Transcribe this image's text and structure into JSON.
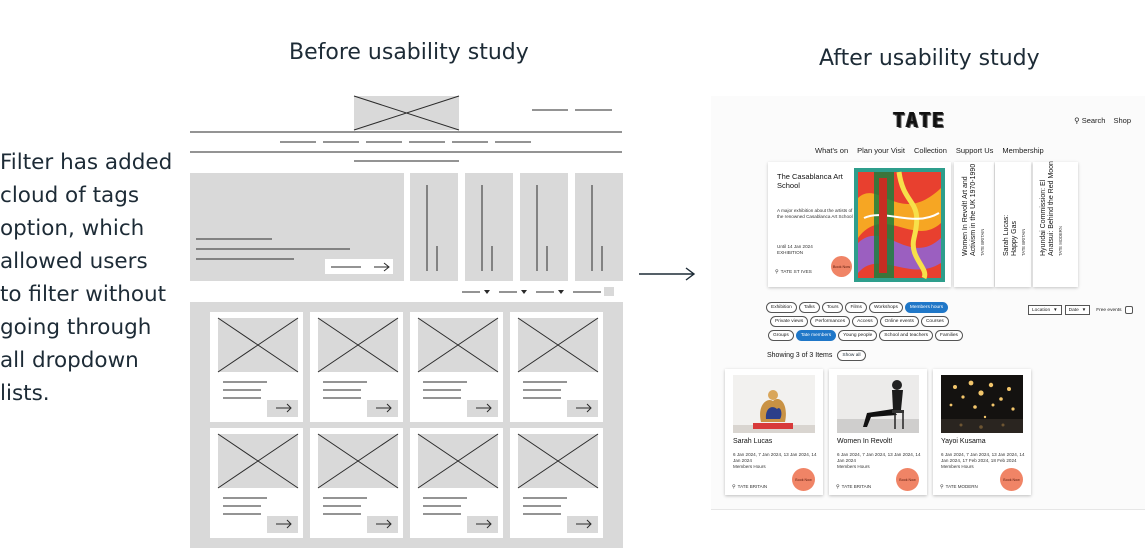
{
  "headings": {
    "before": "Before usability study",
    "after": "After usability study"
  },
  "note": "Filter has added cloud of tags option, which allowed users to filter without going through all dropdown lists.",
  "mockup": {
    "logo": "TATE",
    "top_links": {
      "search": "Search",
      "shop": "Shop"
    },
    "nav": [
      "What's on",
      "Plan your Visit",
      "Collection",
      "Support Us",
      "Membership"
    ],
    "hero": {
      "title": "The Casablanca Art School",
      "description": "A major exhibition about the artists of the renowned Casablanca Art School",
      "date": "Until 14 Jan 2024",
      "type": "EXHIBITION",
      "venue": "TATE ST IVES",
      "button": "Book Now"
    },
    "side_tabs": [
      {
        "title": "Women In Revolt! Art and Activism in the UK 1970-1990",
        "venue": "TATE BRITAIN"
      },
      {
        "title": "Sarah Lucas: Happy Gas",
        "venue": "TATE BRITAIN"
      },
      {
        "title": "Hyundai Commission: El Anatsui: Behind the Red Moon",
        "venue": "TATE MODERN"
      }
    ],
    "tags": [
      [
        "Exhibition",
        "Talks",
        "Tours",
        "Films",
        "Workshops",
        "Members hours"
      ],
      [
        "Private views",
        "Performances",
        "Access",
        "Online events",
        "Courses"
      ],
      [
        "Groups",
        "Tate members",
        "Young people",
        "School and teachers",
        "Families"
      ]
    ],
    "active_tags": [
      "Members hours",
      "Tate members"
    ],
    "filters": {
      "location": "Location",
      "date": "Date",
      "free_events": "Free events"
    },
    "results": {
      "showing": "Showing 3 of 3 Items",
      "show_all": "Show all"
    },
    "cards": [
      {
        "title": "Sarah Lucas",
        "dates": "6 Jan 2024, 7 Jan 2024, 13 Jan 2024, 14 Jan 2024",
        "hours": "Members Hours",
        "venue": "TATE BRITAIN",
        "button": "Book Now"
      },
      {
        "title": "Women In Revolt!",
        "dates": "6 Jan 2024, 7 Jan 2024, 13 Jan 2024, 14 Jan 2024",
        "hours": "Members Hours",
        "venue": "TATE BRITAIN",
        "button": "Book Now"
      },
      {
        "title": "Yayoi Kusama",
        "dates": "6 Jan 2024, 7 Jan 2024, 13 Jan 2024, 14 Jan 2024, 17 Feb 2024, 18 Feb 2024",
        "hours": "Members Hours",
        "venue": "TATE MODERN",
        "button": "Book Now"
      }
    ]
  },
  "colors": {
    "text": "#1d2b36",
    "wireframe_grey": "#d9d9d9",
    "active_tag": "#1f77c8",
    "book_button": "#f08466"
  }
}
